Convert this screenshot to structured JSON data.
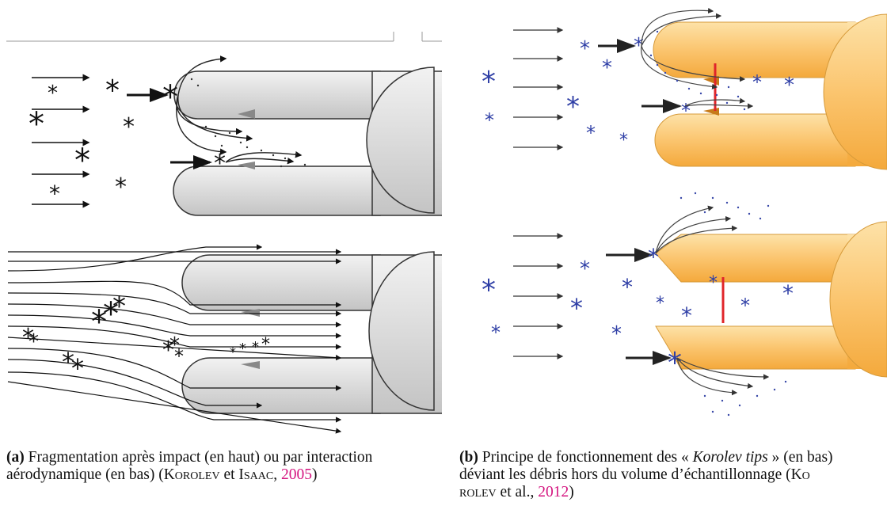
{
  "captions": {
    "a": {
      "letter": "(a)",
      "line1": "Fragmentation après impact (en haut) ou par interaction",
      "line2_pre": "aérodynamique (en bas) (",
      "author1": "Korolev",
      "and": " et ",
      "author2": "Isaac",
      "sep": ", ",
      "year": "2005",
      "close": ")"
    },
    "b": {
      "letter": "(b)",
      "line1_pre": "Principe de fonctionnement des « ",
      "emph": "Korolev tips",
      "line1_post": " » (en bas)",
      "line2_pre": "déviant les débris hors du volume d’échantillonnage (",
      "author_start": "Ko",
      "author_end": "rolev",
      "etal": " et al., ",
      "year": "2012",
      "close": ")"
    }
  },
  "colors": {
    "probe_gray": "#d8d8d8",
    "probe_orange": "#fbc56f",
    "crystal_blue": "#2f3fa6",
    "laser_red": "#e0252a",
    "citation": "#d4147f"
  }
}
